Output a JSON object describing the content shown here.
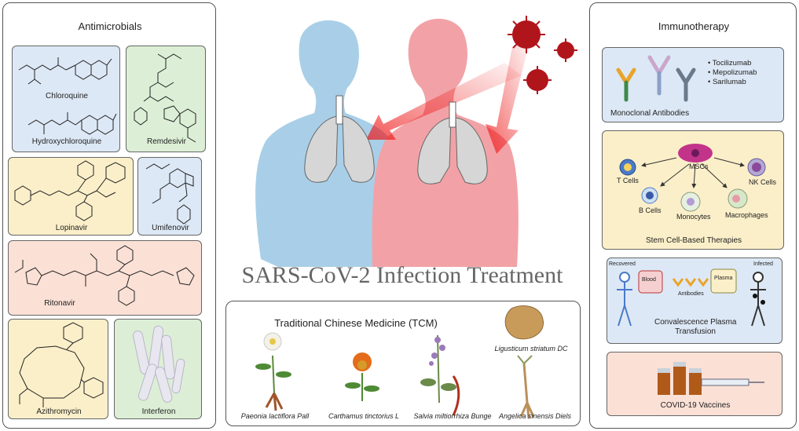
{
  "main_title": "SARS-CoV-2 Infection Treatment",
  "antimicrobials": {
    "title": "Antimicrobials",
    "chloroquine": "Chloroquine",
    "hydroxychloroquine": "Hydroxychloroquine",
    "remdesivir": "Remdesivir",
    "lopinavir": "Lopinavir",
    "umifenovir": "Umifenovir",
    "ritonavir": "Ritonavir",
    "azithromycin": "Azithromycin",
    "interferon": "Interferon"
  },
  "tcm": {
    "title": "Traditional Chinese Medicine (TCM)",
    "plants": [
      "Paeonia lactiflora Pall",
      "Carthamus tinctorius L",
      "Salvia miltiorrhiza Bunge",
      "Ligusticum striatum DC",
      "Angelica sinensis Diels"
    ]
  },
  "immunotherapy": {
    "title": "Immunotherapy",
    "antibodies_label": "Monoclonal Antibodies",
    "antibody_list": [
      "Tocilizumab",
      "Mepolizumab",
      "Sarilumab"
    ],
    "stem_title": "Stem Cell-Based Therapies",
    "mscs": "MSCs",
    "t_cells": "T Cells",
    "nk_cells": "NK Cells",
    "b_cells": "B Cells",
    "monocytes": "Monocytes",
    "macrophages": "Macrophages",
    "plasma_title_1": "Convalescence Plasma",
    "plasma_title_2": "Transfusion",
    "recovered": "Recovered",
    "infected": "Infected",
    "blood": "Blood",
    "plasma": "Plasma",
    "antibodies": "Antibodies",
    "vaccines": "COVID-19 Vaccines"
  },
  "colors": {
    "blue_body": "#a9cfe8",
    "pink_body": "#f2a2a6",
    "virus": "#b0151c",
    "box_blue": "#dde8f6",
    "box_green": "#dcefd6",
    "box_yellow": "#fbefc9",
    "box_peach": "#fbe0d6"
  }
}
